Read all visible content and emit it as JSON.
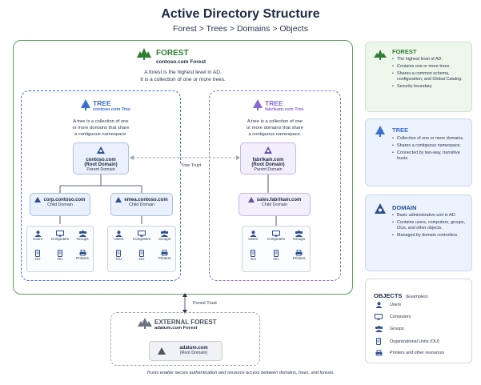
{
  "title": "Active Directory Structure",
  "subtitle": "Forest > Trees > Domains > Objects",
  "forest": {
    "label": "FOREST",
    "name": "contoso.com Forest",
    "desc_line1": "A forest is the highest level in AD.",
    "desc_line2": "It is a collection of one or more trees."
  },
  "tree_left": {
    "label": "TREE",
    "name": "contoso.com Tree",
    "desc_line1": "A tree is a collection of one",
    "desc_line2": "or more domains that share",
    "desc_line3": "a contiguous namespace.",
    "root": {
      "name": "contoso.com",
      "role1": "(Root Domain)",
      "role2": "Parent Domain"
    },
    "child1": {
      "name": "corp.contoso.com",
      "role": "Child Domain"
    },
    "child2": {
      "name": "emea.contoso.com",
      "role": "Child Domain"
    }
  },
  "tree_right": {
    "label": "TREE",
    "name": "fabrikam.com Tree",
    "desc_line1": "A tree is a collection of one",
    "desc_line2": "or more domains that share",
    "desc_line3": "a contiguous namespace.",
    "root": {
      "name": "fabrikam.com",
      "role1": "(Root Domain)",
      "role2": "Parent Domain"
    },
    "child1": {
      "name": "sales.fabrikam.com",
      "role": "Child Domain"
    }
  },
  "objects": {
    "users": "Users",
    "computers": "Computers",
    "groups": "Groups",
    "ou": "OU",
    "printers": "Printers"
  },
  "tree_trust": "Tree Trust",
  "forest_trust": "Forest Trust",
  "external": {
    "label": "EXTERNAL FOREST",
    "name": "adatum.com Forest",
    "domain": "adatum.com",
    "role": "(Root Domain)"
  },
  "footer": "Trusts enable secure authentication and resource access between domains, trees, and forests.",
  "legend_forest": {
    "title": "FOREST",
    "items": [
      "The highest level of AD.",
      "Contains one or more trees.",
      "Shares a common schema, configuration, and Global Catalog.",
      "Security boundary."
    ]
  },
  "legend_tree": {
    "title": "TREE",
    "items": [
      "Collection of one or more domains.",
      "Shares a contiguous namespace.",
      "Connected by two-way, transitive trusts."
    ]
  },
  "legend_domain": {
    "title": "DOMAIN",
    "items": [
      "Basic administrative unit in AD.",
      "Contains users, computers, groups, OUs, and other objects.",
      "Managed by domain controllers."
    ]
  },
  "legend_objects": {
    "title": "OBJECTS",
    "title_note": "(Examples)",
    "items": [
      "Users",
      "Computers",
      "Groups",
      "Organizational Units (OU)",
      "Printers and other resources"
    ]
  },
  "colors": {
    "forest_green": "#2e7d32",
    "tree_blue": "#3b6fd1",
    "tree_purple": "#8a6ad0",
    "icon_navy": "#2f4f8f"
  }
}
